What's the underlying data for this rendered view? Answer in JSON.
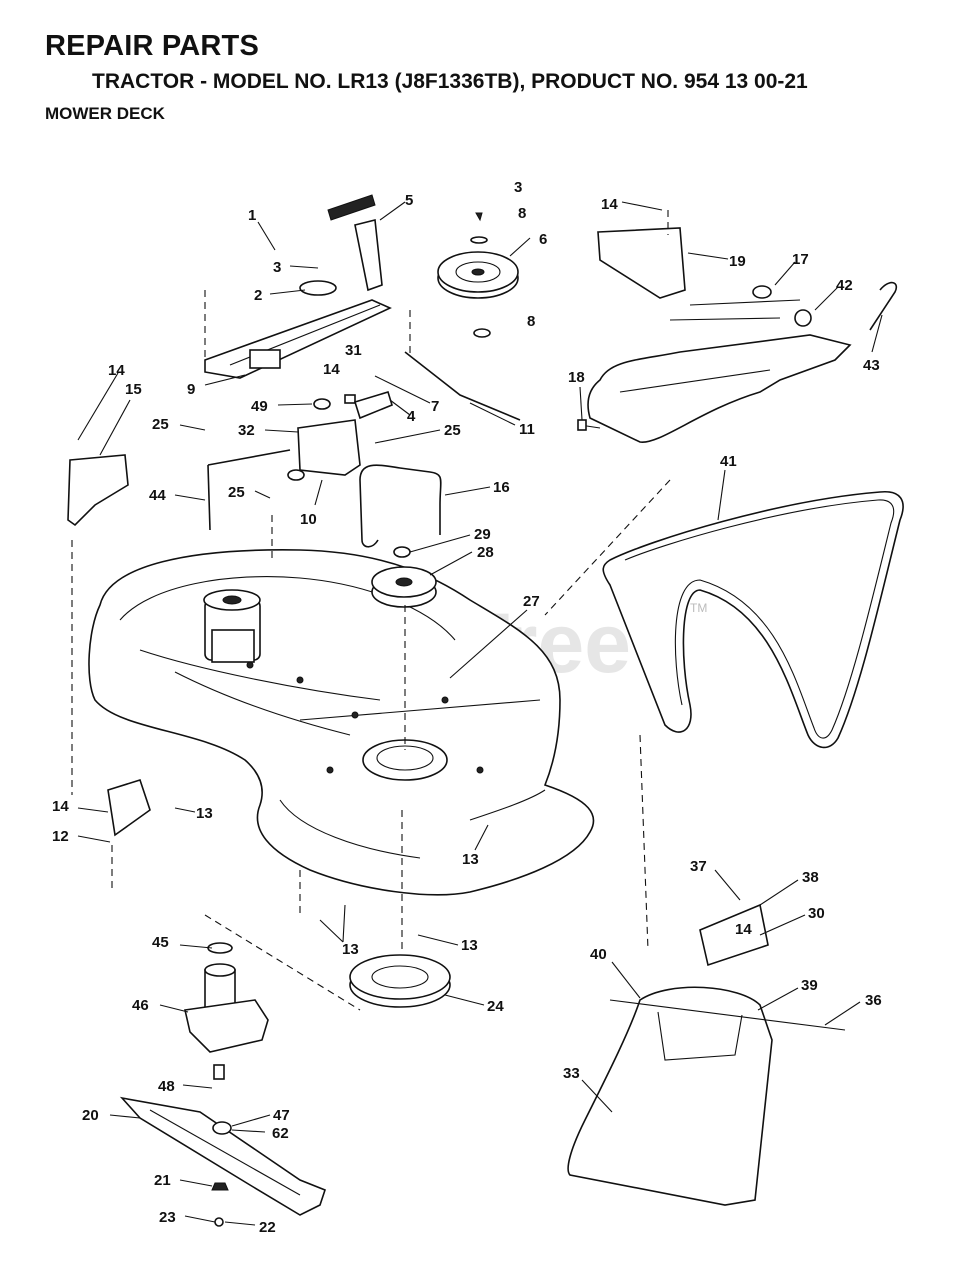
{
  "header": {
    "title": "REPAIR PARTS",
    "subtitle": "TRACTOR - MODEL NO. LR13 (J8F1336TB), PRODUCT NO. 954 13 00-21",
    "section": "MOWER DECK"
  },
  "watermark": {
    "text": "PartsTree",
    "trademark": "TM"
  },
  "callouts": [
    {
      "id": "c1",
      "text": "1"
    },
    {
      "id": "c3a",
      "text": "3"
    },
    {
      "id": "c2",
      "text": "2"
    },
    {
      "id": "c5",
      "text": "5"
    },
    {
      "id": "c3b",
      "text": "3"
    },
    {
      "id": "c8a",
      "text": "8"
    },
    {
      "id": "c6",
      "text": "6"
    },
    {
      "id": "c8b",
      "text": "8"
    },
    {
      "id": "c14a",
      "text": "14"
    },
    {
      "id": "c19",
      "text": "19"
    },
    {
      "id": "c17",
      "text": "17"
    },
    {
      "id": "c42",
      "text": "42"
    },
    {
      "id": "c43",
      "text": "43"
    },
    {
      "id": "c18",
      "text": "18"
    },
    {
      "id": "c9",
      "text": "9"
    },
    {
      "id": "c31",
      "text": "31"
    },
    {
      "id": "c14b",
      "text": "14"
    },
    {
      "id": "c7",
      "text": "7"
    },
    {
      "id": "c49",
      "text": "49"
    },
    {
      "id": "c4",
      "text": "4"
    },
    {
      "id": "c11",
      "text": "11"
    },
    {
      "id": "c14c",
      "text": "14"
    },
    {
      "id": "c15",
      "text": "15"
    },
    {
      "id": "c25a",
      "text": "25"
    },
    {
      "id": "c32",
      "text": "32"
    },
    {
      "id": "c25b",
      "text": "25"
    },
    {
      "id": "c16",
      "text": "16"
    },
    {
      "id": "c44",
      "text": "44"
    },
    {
      "id": "c25c",
      "text": "25"
    },
    {
      "id": "c10",
      "text": "10"
    },
    {
      "id": "c41",
      "text": "41"
    },
    {
      "id": "c29",
      "text": "29"
    },
    {
      "id": "c28",
      "text": "28"
    },
    {
      "id": "c27",
      "text": "27"
    },
    {
      "id": "c14d",
      "text": "14"
    },
    {
      "id": "c13a",
      "text": "13"
    },
    {
      "id": "c12",
      "text": "12"
    },
    {
      "id": "c13b",
      "text": "13"
    },
    {
      "id": "c37",
      "text": "37"
    },
    {
      "id": "c38",
      "text": "38"
    },
    {
      "id": "c30",
      "text": "30"
    },
    {
      "id": "c14e",
      "text": "14"
    },
    {
      "id": "c13c",
      "text": "13"
    },
    {
      "id": "c13d",
      "text": "13"
    },
    {
      "id": "c45",
      "text": "45"
    },
    {
      "id": "c40",
      "text": "40"
    },
    {
      "id": "c24",
      "text": "24"
    },
    {
      "id": "c39",
      "text": "39"
    },
    {
      "id": "c36",
      "text": "36"
    },
    {
      "id": "c46",
      "text": "46"
    },
    {
      "id": "c33",
      "text": "33"
    },
    {
      "id": "c48",
      "text": "48"
    },
    {
      "id": "c20",
      "text": "20"
    },
    {
      "id": "c47",
      "text": "47"
    },
    {
      "id": "c62",
      "text": "62"
    },
    {
      "id": "c21",
      "text": "21"
    },
    {
      "id": "c23",
      "text": "23"
    },
    {
      "id": "c22",
      "text": "22"
    }
  ]
}
